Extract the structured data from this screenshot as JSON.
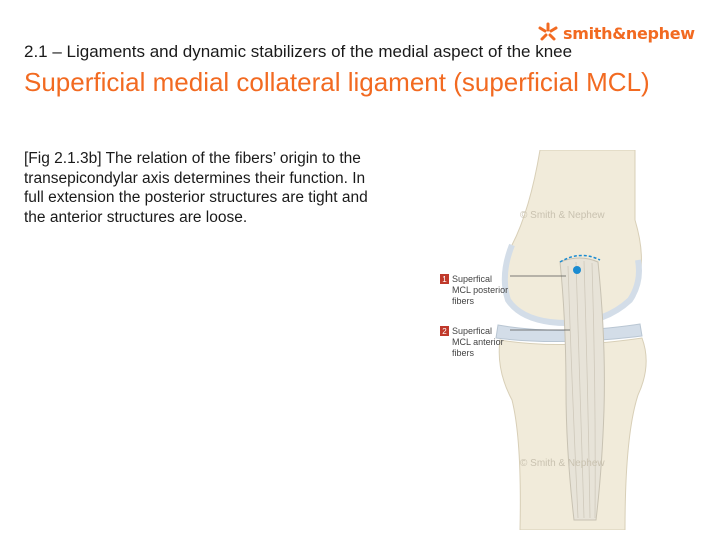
{
  "brand": {
    "logo": "smith&nephew",
    "color": "#f26a21"
  },
  "header": {
    "subtitle": "2.1 – Ligaments and dynamic stabilizers of the medial aspect of the knee",
    "title": "Superficial medial collateral ligament (superficial MCL)"
  },
  "body": {
    "caption": "[Fig 2.1.3b] The relation of the fibers’ origin to the transepicondylar axis determines their function. In full extension the posterior structures are tight and the anterior structures are loose."
  },
  "figure": {
    "watermark_top": "© Smith & Nephew",
    "watermark_bottom": "© Smith & Nephew",
    "labels": [
      {
        "number": "1",
        "lines": [
          "Superfical",
          "MCL posterior",
          "fibers"
        ]
      },
      {
        "number": "2",
        "lines": [
          "Superfical",
          "MCL anterior",
          "fibers"
        ]
      }
    ],
    "colors": {
      "bone": "#f1ebda",
      "cartilage": "#d3dde8",
      "ligament": "#e7e3d8",
      "marker": "#c0392b",
      "axis": "#1a8bd1"
    }
  }
}
